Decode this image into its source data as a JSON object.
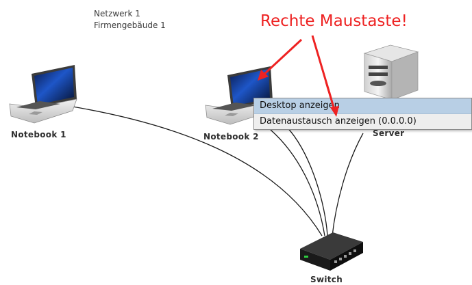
{
  "network": {
    "name": "Netzwerk 1",
    "location": "Firmengebäude 1"
  },
  "annotation": {
    "text": "Rechte Maustaste!",
    "color": "#ee2222"
  },
  "devices": [
    {
      "id": "notebook-1",
      "label": "Notebook 1",
      "icon": "laptop-icon"
    },
    {
      "id": "notebook-2",
      "label": "Notebook 2",
      "icon": "laptop-icon"
    },
    {
      "id": "server",
      "label": "Server",
      "icon": "server-icon"
    },
    {
      "id": "switch",
      "label": "Switch",
      "icon": "switch-icon"
    }
  ],
  "context_menu": {
    "items": [
      {
        "label": "Desktop anzeigen",
        "highlighted": true
      },
      {
        "label": "Datenaustausch anzeigen (0.0.0.0)",
        "highlighted": false
      }
    ],
    "highlight_color": "#b8cfe5"
  }
}
